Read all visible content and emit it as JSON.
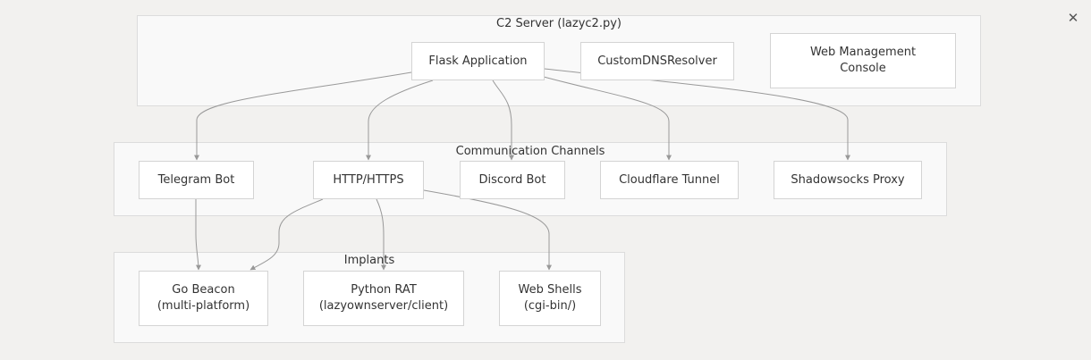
{
  "clusters": {
    "c2_server": "C2 Server (lazyc2.py)",
    "channels": "Communication Channels",
    "implants": "Implants"
  },
  "nodes": {
    "flask": "Flask Application",
    "dns": "CustomDNSResolver",
    "web_console": "Web Management\nConsole",
    "telegram": "Telegram Bot",
    "http": "HTTP/HTTPS",
    "discord": "Discord Bot",
    "cloudflare": "Cloudflare Tunnel",
    "shadowsocks": "Shadowsocks Proxy",
    "go_beacon": "Go Beacon\n(multi-platform)",
    "python_rat": "Python RAT\n(lazyownserver/client)",
    "web_shells": "Web Shells\n(cgi-bin/)"
  },
  "edges": [
    [
      "flask",
      "telegram"
    ],
    [
      "flask",
      "http"
    ],
    [
      "flask",
      "discord"
    ],
    [
      "flask",
      "cloudflare"
    ],
    [
      "flask",
      "shadowsocks"
    ],
    [
      "telegram",
      "go_beacon"
    ],
    [
      "http",
      "go_beacon"
    ],
    [
      "http",
      "python_rat"
    ],
    [
      "http",
      "web_shells"
    ]
  ],
  "colors": {
    "edge": "#999999",
    "cluster_fill": "#f9f9f9",
    "node_fill": "#ffffff"
  },
  "icons": {
    "close": "close-icon"
  }
}
